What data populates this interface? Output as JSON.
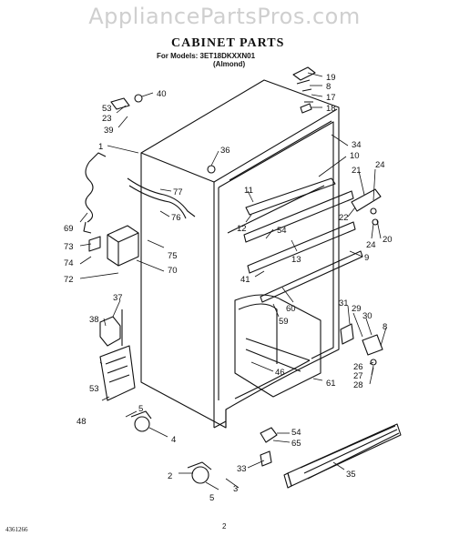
{
  "watermark": "AppliancePartsPros.com",
  "title": "CABINET PARTS",
  "models_line": "For Models: 3ET18DKXXN01",
  "color_line": "(Almond)",
  "page_number": "2",
  "doc_code": "4361266",
  "callouts": [
    "19",
    "8",
    "17",
    "18",
    "40",
    "53",
    "23",
    "39",
    "1",
    "36",
    "34",
    "10",
    "21",
    "24",
    "22",
    "20",
    "24",
    "77",
    "11",
    "12",
    "76",
    "54",
    "13",
    "75",
    "70",
    "9",
    "69",
    "73",
    "74",
    "72",
    "41",
    "60",
    "59",
    "37",
    "31",
    "29",
    "30",
    "8",
    "38",
    "26",
    "27",
    "28",
    "46",
    "61",
    "53",
    "48",
    "5",
    "4",
    "54",
    "65",
    "33",
    "3",
    "2",
    "5",
    "35"
  ]
}
